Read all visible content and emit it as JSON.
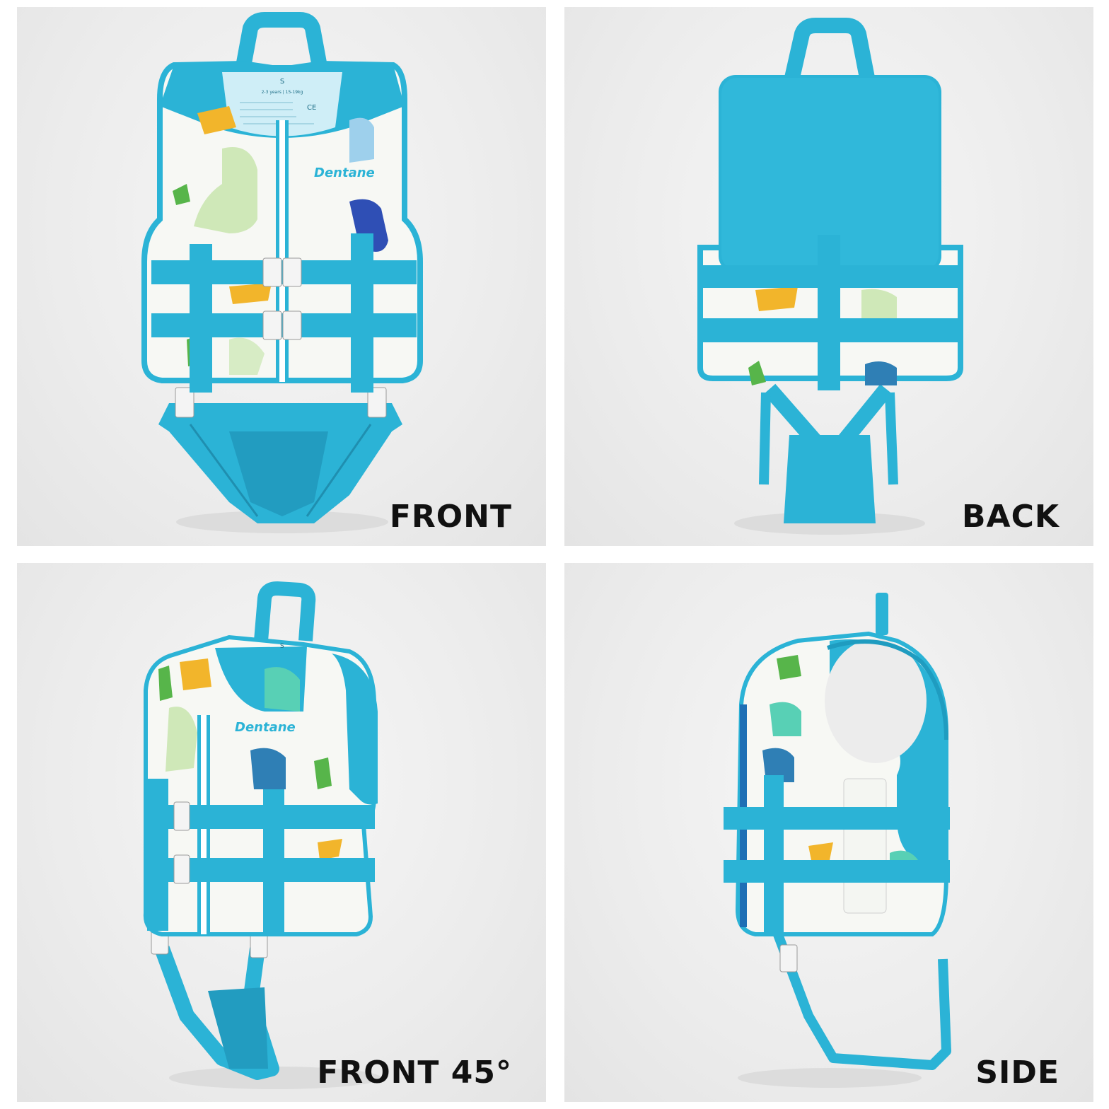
{
  "brand_color": "#2bb3d6",
  "vest_fabric": "#f7f8f4",
  "panels": [
    {
      "caption": "FRONT",
      "brand": "Dentane",
      "size_label": "S",
      "size_info": "2-3 years | 15-19kg",
      "certification": "CE"
    },
    {
      "caption": "BACK"
    },
    {
      "caption": "FRONT 45°",
      "brand": "Dentane",
      "size_label": "S"
    },
    {
      "caption": "SIDE"
    }
  ]
}
